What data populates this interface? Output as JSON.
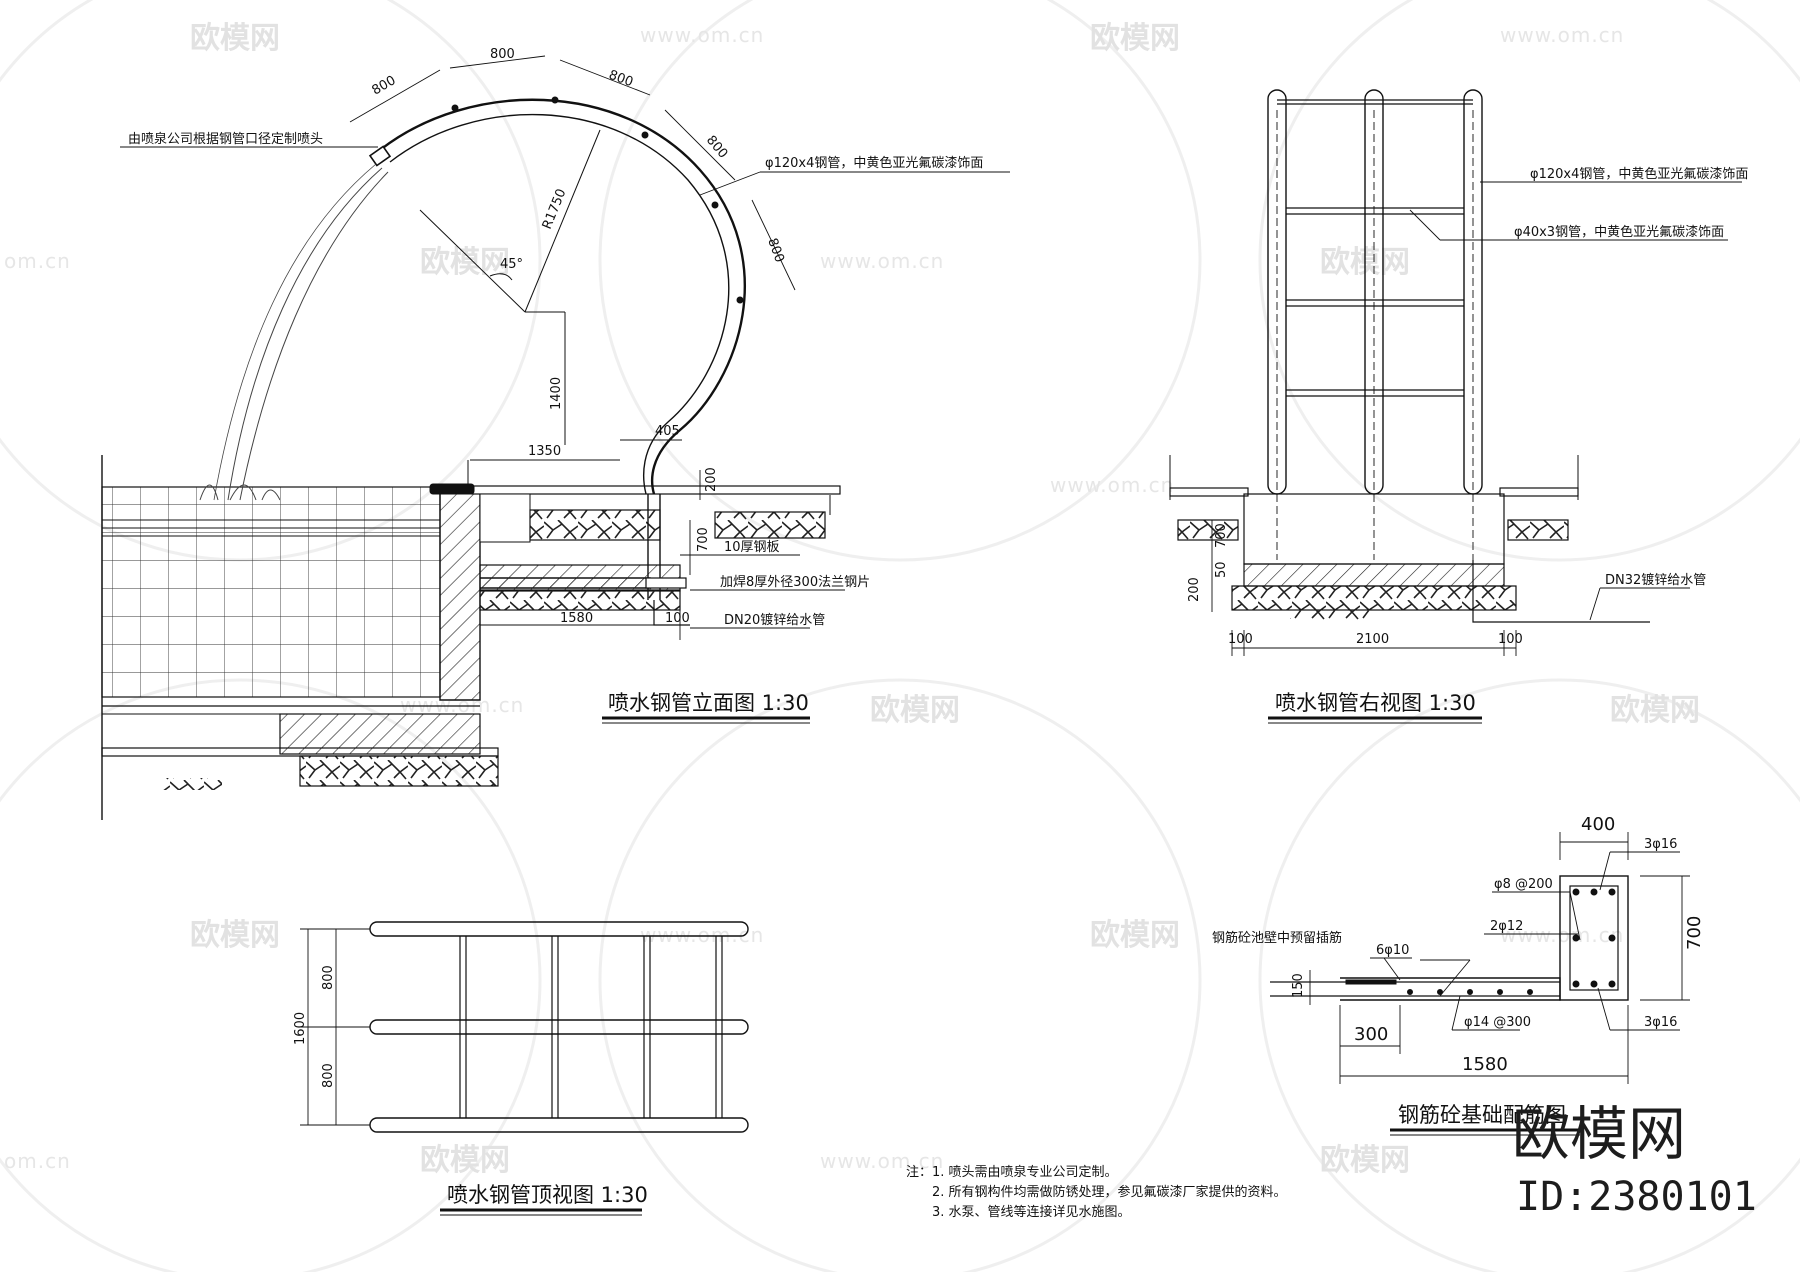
{
  "watermark": {
    "text": "欧模网",
    "url": "www.om.cn",
    "url_short": "om.cn"
  },
  "brand": {
    "name": "欧模网",
    "id": "ID:2380101"
  },
  "elevation": {
    "title": "喷水钢管立面图  1:30",
    "dims": [
      "800",
      "800",
      "800",
      "800",
      "800",
      "R1750",
      "45°",
      "1400",
      "1350",
      "405",
      "200",
      "700",
      "1580",
      "100"
    ],
    "labels": {
      "nozzle": "由喷泉公司根据钢管口径定制喷头",
      "pipe": "φ120x4钢管，中黄色亚光氟碳漆饰面",
      "plate": "10厚钢板",
      "flange": "加焊8厚外径300法兰钢片",
      "water": "DN20镀锌给水管"
    }
  },
  "right": {
    "title": "喷水钢管右视图  1:30",
    "labels": {
      "pipe": "φ120x4钢管，中黄色亚光氟碳漆饰面",
      "pipe2": "φ40x3钢管，中黄色亚光氟碳漆饰面",
      "water": "DN32镀锌给水管"
    },
    "dims": [
      "700",
      "50",
      "200",
      "100",
      "2100",
      "100"
    ]
  },
  "top": {
    "title": "喷水钢管顶视图  1:30",
    "dims": [
      "800",
      "1600",
      "800"
    ]
  },
  "rebar": {
    "title": "钢筋砼基础配筋图",
    "dims": [
      "400",
      "700",
      "300",
      "1580",
      "150"
    ],
    "labels": {
      "bar_top": "3φ16",
      "stirrup": "φ8 @200",
      "mid": "2φ12",
      "dowel": "钢筋砼池壁中预留插筋",
      "long": "6φ10",
      "dist": "φ14 @300",
      "bar_bot": "3φ16"
    }
  },
  "notes": {
    "head": "注：",
    "items": [
      "1.  喷头需由喷泉专业公司定制。",
      "2.  所有钢构件均需做防锈处理，参见氟碳漆厂家提供的资料。",
      "3.  水泵、管线等连接详见水施图。"
    ]
  }
}
